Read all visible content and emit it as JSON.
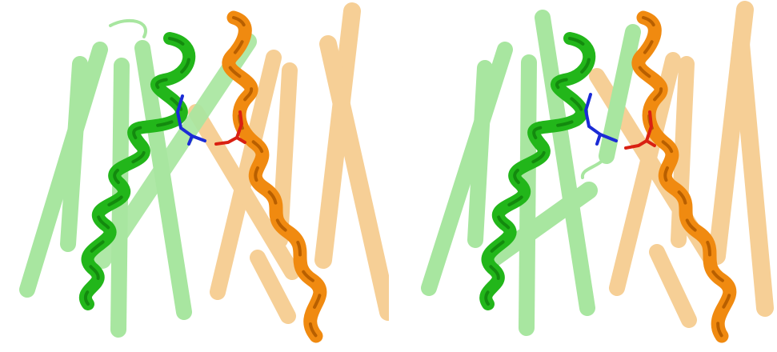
{
  "figure": {
    "description_hidden": "",
    "colors": {
      "background": "#ffffff",
      "green_cylinder": "#a8e6a0",
      "green_cylinder_edge": "#86d07c",
      "green_helix": "#22b61a",
      "green_helix_dark": "#138a0e",
      "orange_cylinder": "#f6cf96",
      "orange_cylinder_edge": "#e7b873",
      "orange_helix": "#f08a10",
      "orange_helix_dark": "#b85f00",
      "blue_residue": "#1b2bd6",
      "red_residue": "#d92012"
    },
    "panels": [
      {
        "id": "left",
        "view": "state-A"
      },
      {
        "id": "right",
        "view": "state-B"
      }
    ]
  }
}
